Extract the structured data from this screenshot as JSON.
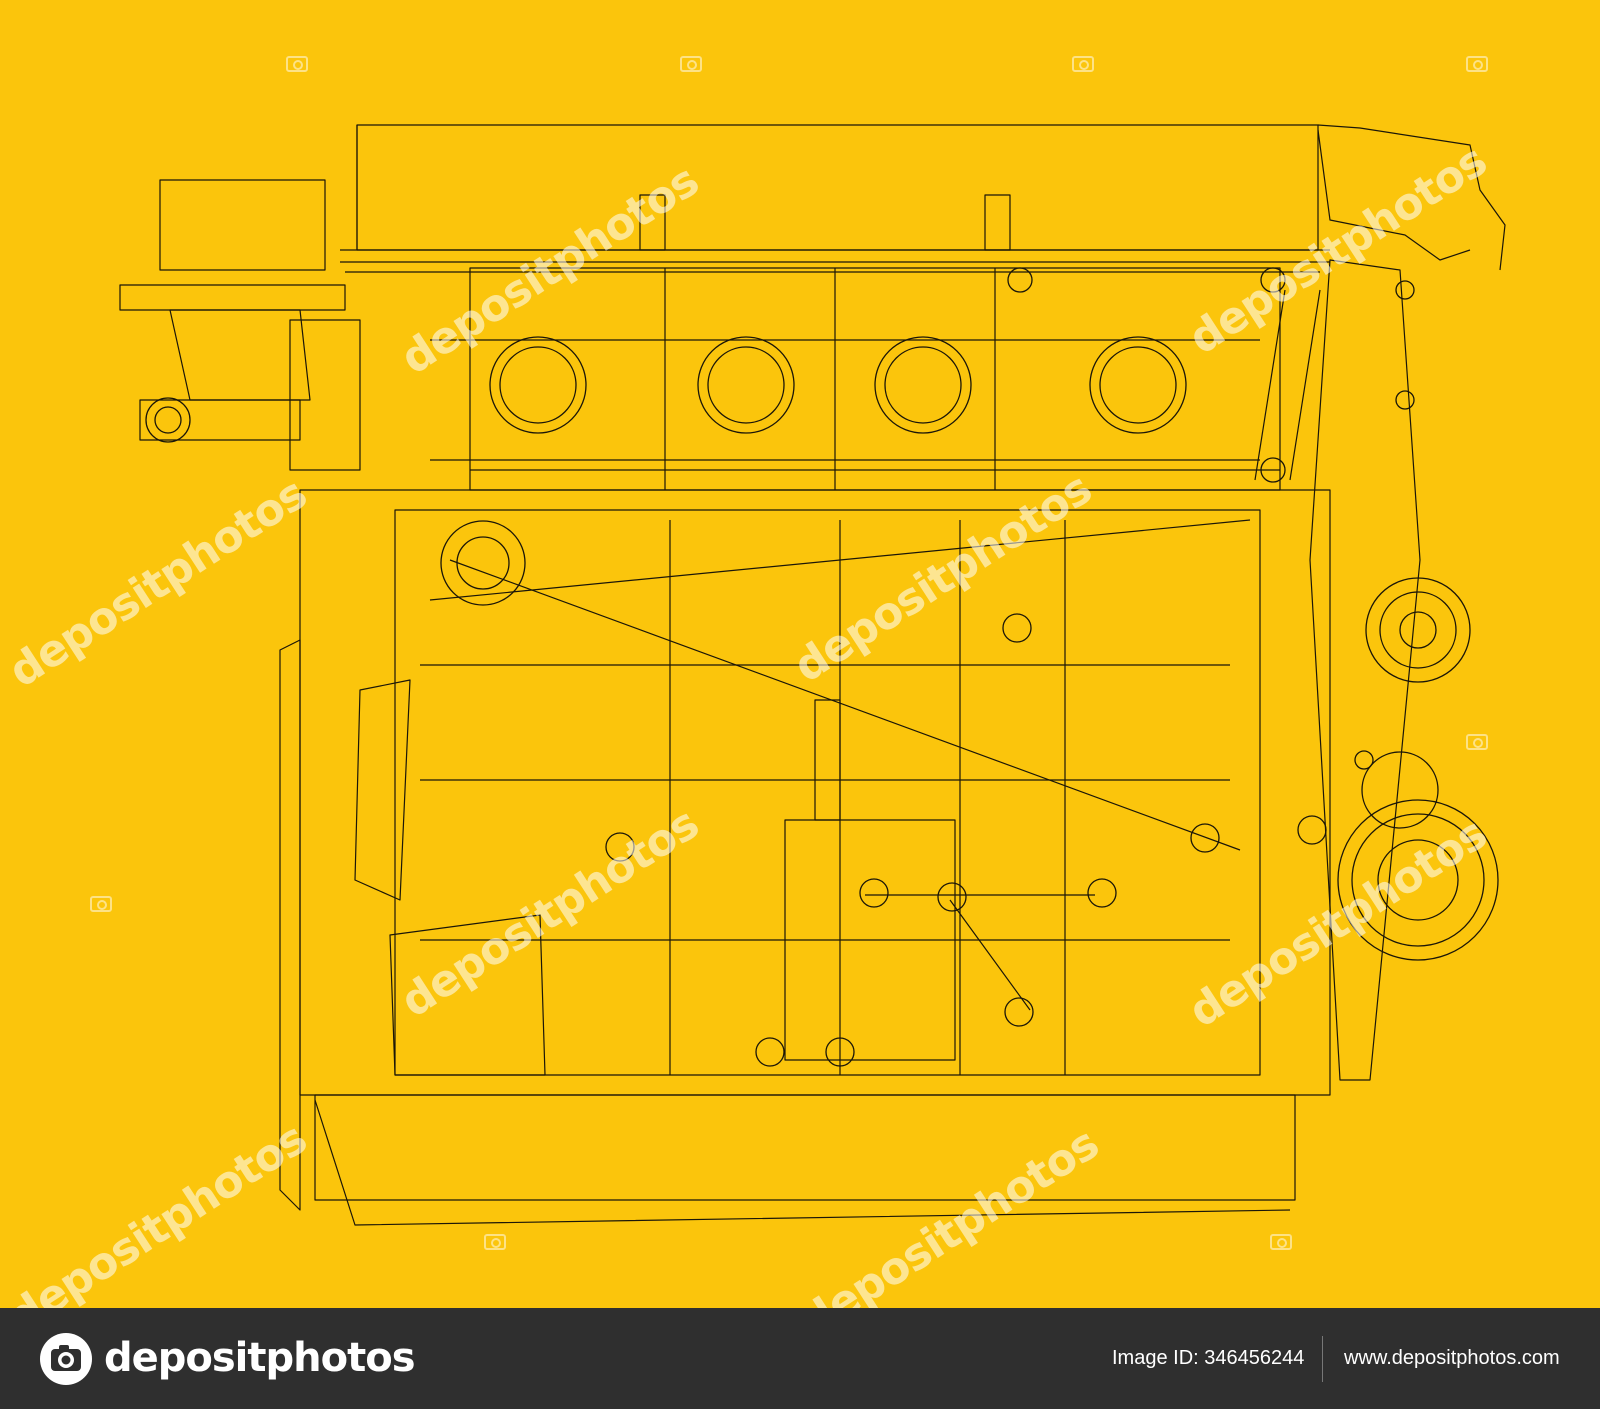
{
  "colors": {
    "background": "#fbc50c",
    "line": "#1b1608",
    "footer_background": "#2f2f2f",
    "footer_text": "#ffffff"
  },
  "illustration": {
    "subject": "engine-wireframe",
    "watermark_text": "depositphotos"
  },
  "footer": {
    "logo_icon": "camera-logo-icon",
    "brand": "depositphotos",
    "image_id_label": "Image ID:",
    "image_id": "346456244",
    "image_id_text": "Image ID: 346456244",
    "site_url": "www.depositphotos.com"
  }
}
